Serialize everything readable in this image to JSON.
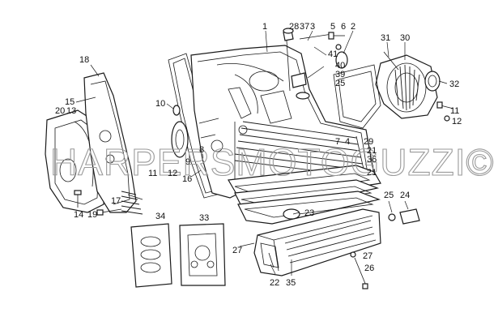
{
  "watermark": "HARPERSMOTOGUZZI©",
  "callouts": {
    "c1": "1",
    "c2": "2",
    "c3": "3",
    "c5": "5",
    "c6": "6",
    "c28": "28",
    "c37": "37",
    "c18": "18",
    "c15": "15",
    "c20": "20",
    "c13": "13",
    "c10": "10",
    "c31": "31",
    "c30": "30",
    "c41": "41",
    "c40": "40",
    "c39": "39",
    "c25a": "25",
    "c32": "32",
    "c11a": "11",
    "c12a": "12",
    "c4": "4",
    "c29": "29",
    "c21a": "21",
    "c36": "36",
    "c21b": "21",
    "c7": "7",
    "c8": "8",
    "c9": "9",
    "c11b": "11",
    "c12b": "12",
    "c16": "16",
    "c17": "17",
    "c14": "14",
    "c19": "19",
    "c34": "34",
    "c33": "33",
    "c23": "23",
    "c25b": "25",
    "c24": "24",
    "c27a": "27",
    "c27b": "27",
    "c26": "26",
    "c22": "22",
    "c35": "35"
  }
}
